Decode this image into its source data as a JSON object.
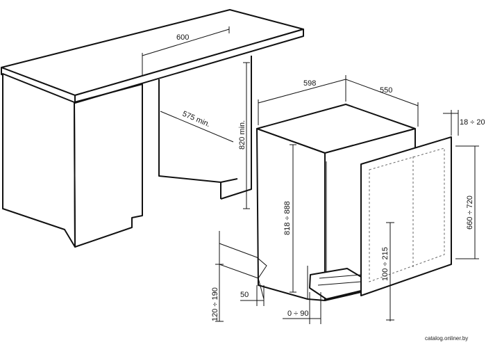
{
  "dimensions": {
    "countertop_width": "600",
    "niche_depth_min": "575 min.",
    "niche_height_min": "820 min.",
    "appliance_width": "598",
    "appliance_depth": "550",
    "appliance_height": "818 ÷ 888",
    "panel_thickness": "18 ÷ 20",
    "panel_height": "660 ÷ 720",
    "panel_offset": "100 ÷ 215",
    "plinth_height": "120 ÷ 190",
    "plinth_depth": "50",
    "plinth_setback": "0 ÷ 90"
  },
  "watermark": "catalog.onliner.by"
}
